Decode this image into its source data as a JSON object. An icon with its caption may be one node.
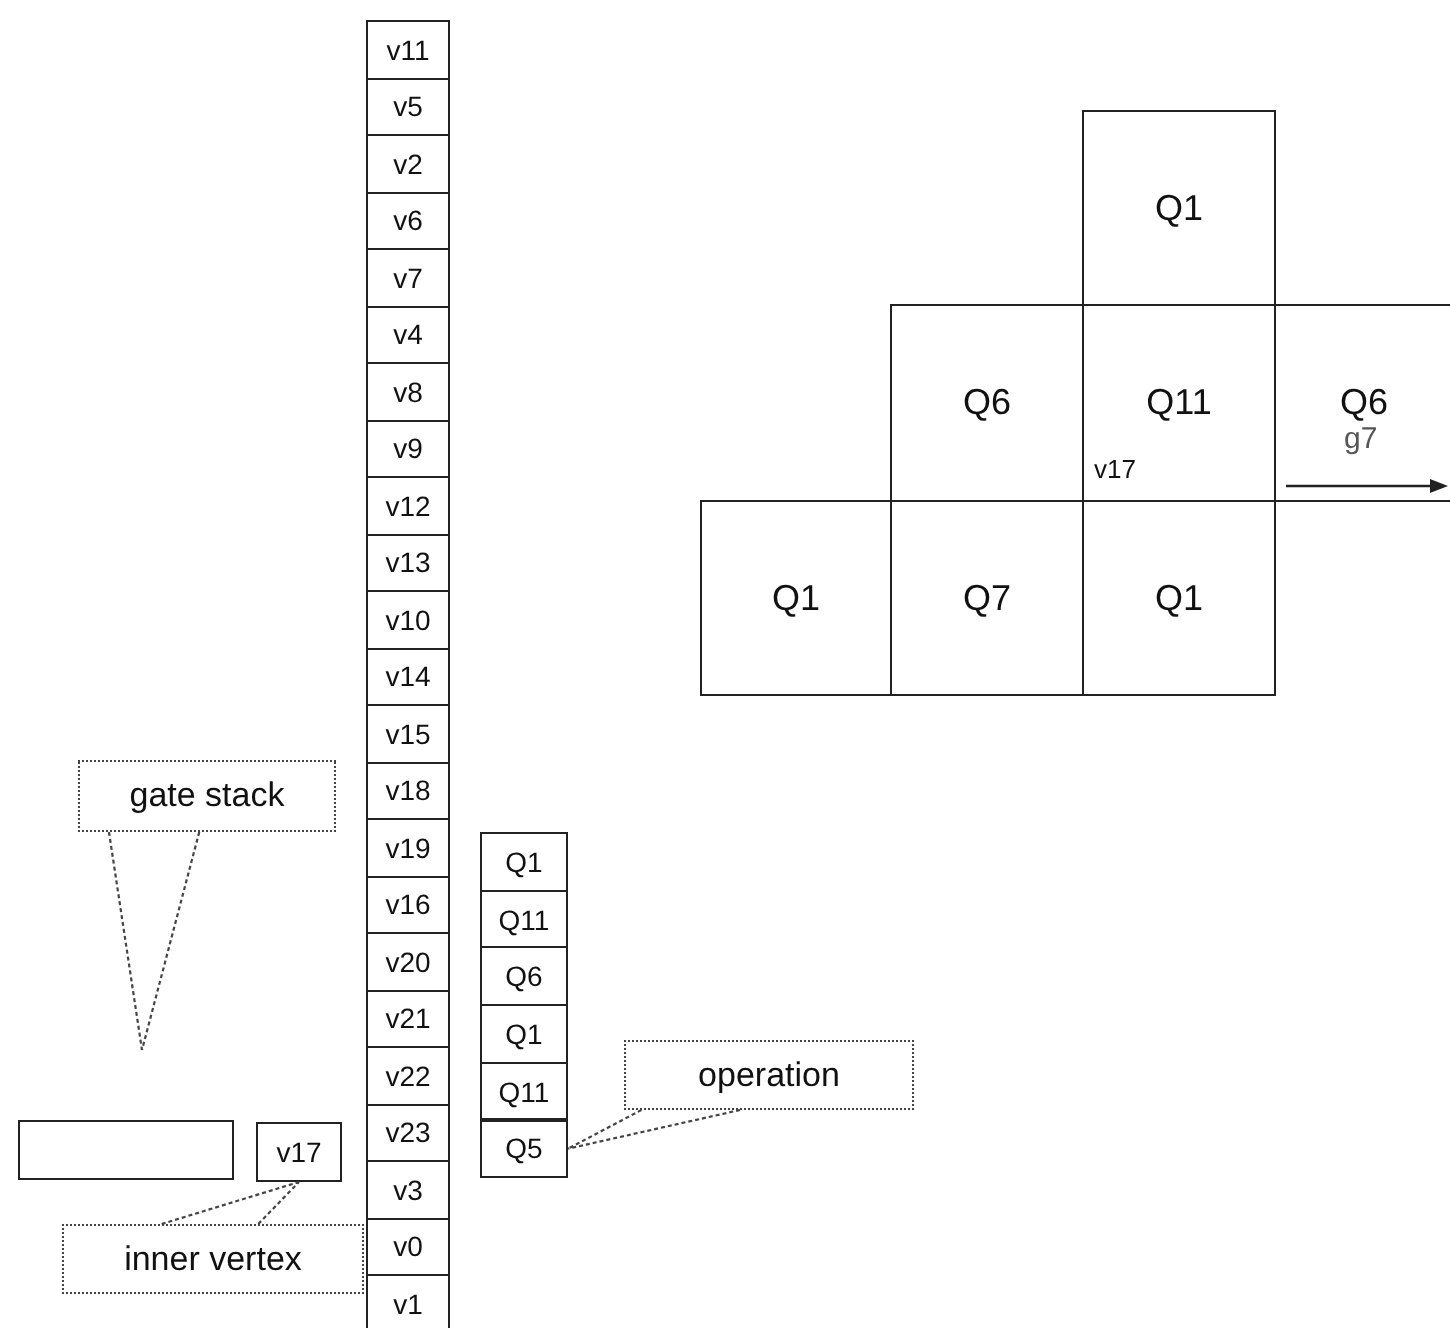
{
  "diagram": {
    "nodes": [
      {
        "text": [
          "v11"
        ]
      },
      {
        "text": [
          "v5"
        ]
      },
      {
        "text": [
          "v2"
        ]
      },
      {
        "text": [
          "v6"
        ]
      },
      {
        "text": [
          "v7"
        ]
      },
      {
        "text": [
          "v4"
        ]
      },
      {
        "text": [
          "v8"
        ]
      },
      {
        "text": [
          "v9"
        ]
      },
      {
        "text": [
          "v12"
        ]
      },
      {
        "text": [
          "v13"
        ]
      },
      {
        "text": [
          "v10"
        ]
      },
      {
        "text": [
          "v14"
        ]
      },
      {
        "text": [
          "v15"
        ]
      },
      {
        "text": [
          "v18"
        ]
      },
      {
        "text": [
          "v19"
        ]
      },
      {
        "text": [
          "v16"
        ]
      },
      {
        "text": [
          "v20"
        ]
      },
      {
        "text": [
          "v21"
        ]
      },
      {
        "text": [
          "v22"
        ]
      },
      {
        "text": [
          "v23"
        ]
      },
      {
        "text": [
          "v3"
        ]
      },
      {
        "text": [
          "v0"
        ]
      },
      {
        "text": [
          "v1"
        ]
      },
      {
        "text": [
          "Q1"
        ]
      },
      {
        "text": [
          "Q6"
        ]
      },
      {
        "text": [
          "Q11",
          "v17"
        ]
      },
      {
        "text": [
          "Q6",
          "g7"
        ]
      },
      {
        "text": [
          "Q1"
        ]
      },
      {
        "text": [
          "Q7"
        ]
      },
      {
        "text": [
          "Q1"
        ]
      },
      {
        "text": [
          "gate stack"
        ]
      },
      {
        "text": [
          "Q1"
        ]
      },
      {
        "text": [
          "Q11"
        ]
      },
      {
        "text": [
          "Q6"
        ]
      },
      {
        "text": [
          "Q1"
        ]
      },
      {
        "text": [
          "Q11"
        ]
      },
      {
        "text": [
          "Q5"
        ]
      },
      {
        "text": [
          "operation"
        ]
      },
      {
        "text": [],
        "shape": "box"
      },
      {
        "text": [
          "v17"
        ]
      },
      {
        "text": [
          "inner vertex"
        ]
      }
    ],
    "edges": [
      {
        "from": 30,
        "to": null,
        "arrow": "none"
      },
      {
        "from": 37,
        "to": 36,
        "arrow": "none"
      },
      {
        "from": 40,
        "to": 39,
        "arrow": "none"
      }
    ]
  }
}
